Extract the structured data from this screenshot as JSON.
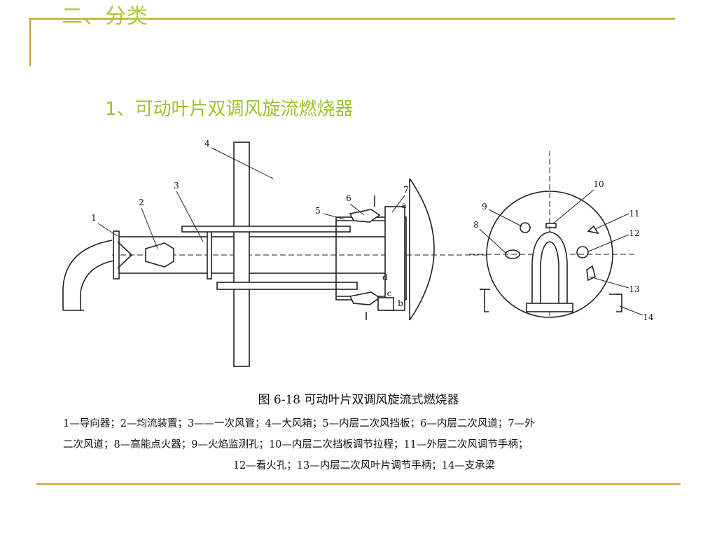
{
  "slide": {
    "section_title": "二、分类",
    "subtitle": "1、可动叶片双调风旋流燃烧器"
  },
  "figure": {
    "caption": "图 6-18    可动叶片双调风旋流式燃烧器",
    "labels": [
      "1",
      "2",
      "3",
      "4",
      "5",
      "6",
      "7",
      "a",
      "b",
      "c",
      "d",
      "8",
      "9",
      "10",
      "11",
      "12",
      "13",
      "14"
    ],
    "legend_lines": [
      "1—导向器；2—均流装置；3——一次风管；4—大风箱；5—内层二次风挡板；6—内层二次风道；7—外",
      "二次风道；8—高能点火器；9—火焰监测孔；10—内层二次挡板调节拉程；11—外层二次风调节手柄；",
      "12—看火孔；13—内层二次风叶片调节手柄；14—支承梁"
    ]
  },
  "colors": {
    "frame": "#c8a028",
    "section_title": "#b2c83a",
    "subtitle": "#9cc22c"
  }
}
